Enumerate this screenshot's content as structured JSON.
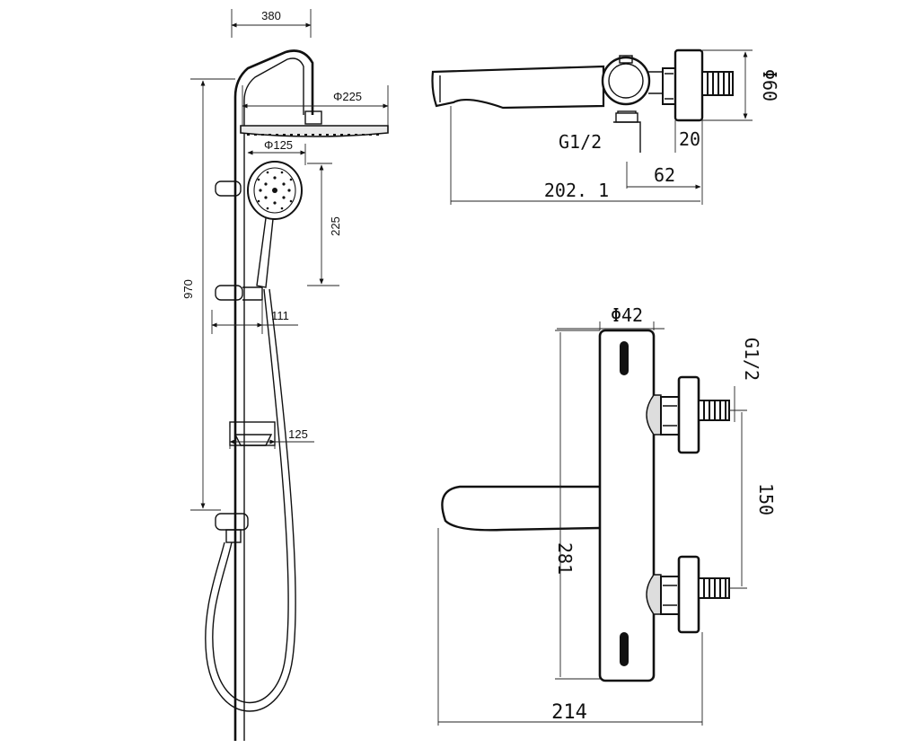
{
  "shower_column": {
    "top_width": "380",
    "total_height": "970",
    "head_diameter": "Φ225",
    "hand_shower_diameter": "Φ125",
    "holder_drop": "225",
    "holder_offset": "111",
    "soap_dish_width": "125"
  },
  "mixer_top_view": {
    "body_diameter": "Φ60",
    "inlet_thread": "G1/2",
    "flange_depth": "20",
    "inlet_offset": "62",
    "overall_depth": "202. 1"
  },
  "mixer_front_view": {
    "body_diameter": "Φ42",
    "inlet_thread": "G1/2",
    "inlet_spacing": "150",
    "body_length": "281",
    "overall_width": "214"
  }
}
